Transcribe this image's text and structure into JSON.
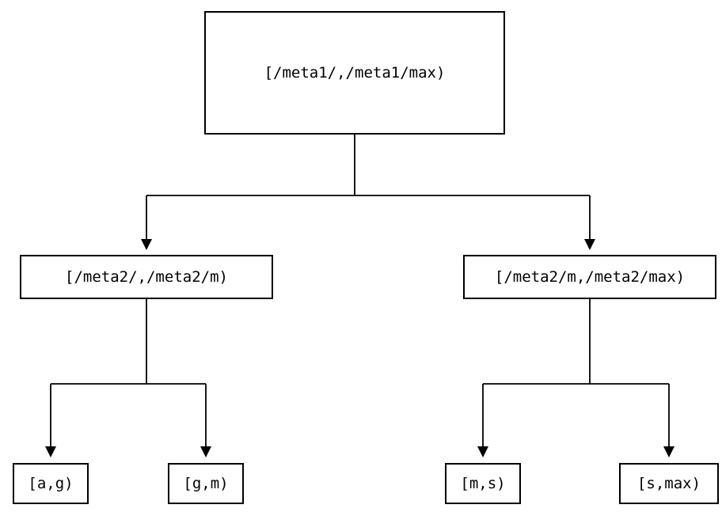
{
  "tree": {
    "root": {
      "label": "[/meta1/,/meta1/max)"
    },
    "children": [
      {
        "label": "[/meta2/,/meta2/m)"
      },
      {
        "label": "[/meta2/m,/meta2/max)"
      }
    ],
    "leaves": [
      {
        "label": "[a,g)"
      },
      {
        "label": "[g,m)"
      },
      {
        "label": "[m,s)"
      },
      {
        "label": "[s,max)"
      }
    ]
  },
  "colors": {
    "line": "#000000",
    "background": "#ffffff",
    "text": "#000000"
  }
}
